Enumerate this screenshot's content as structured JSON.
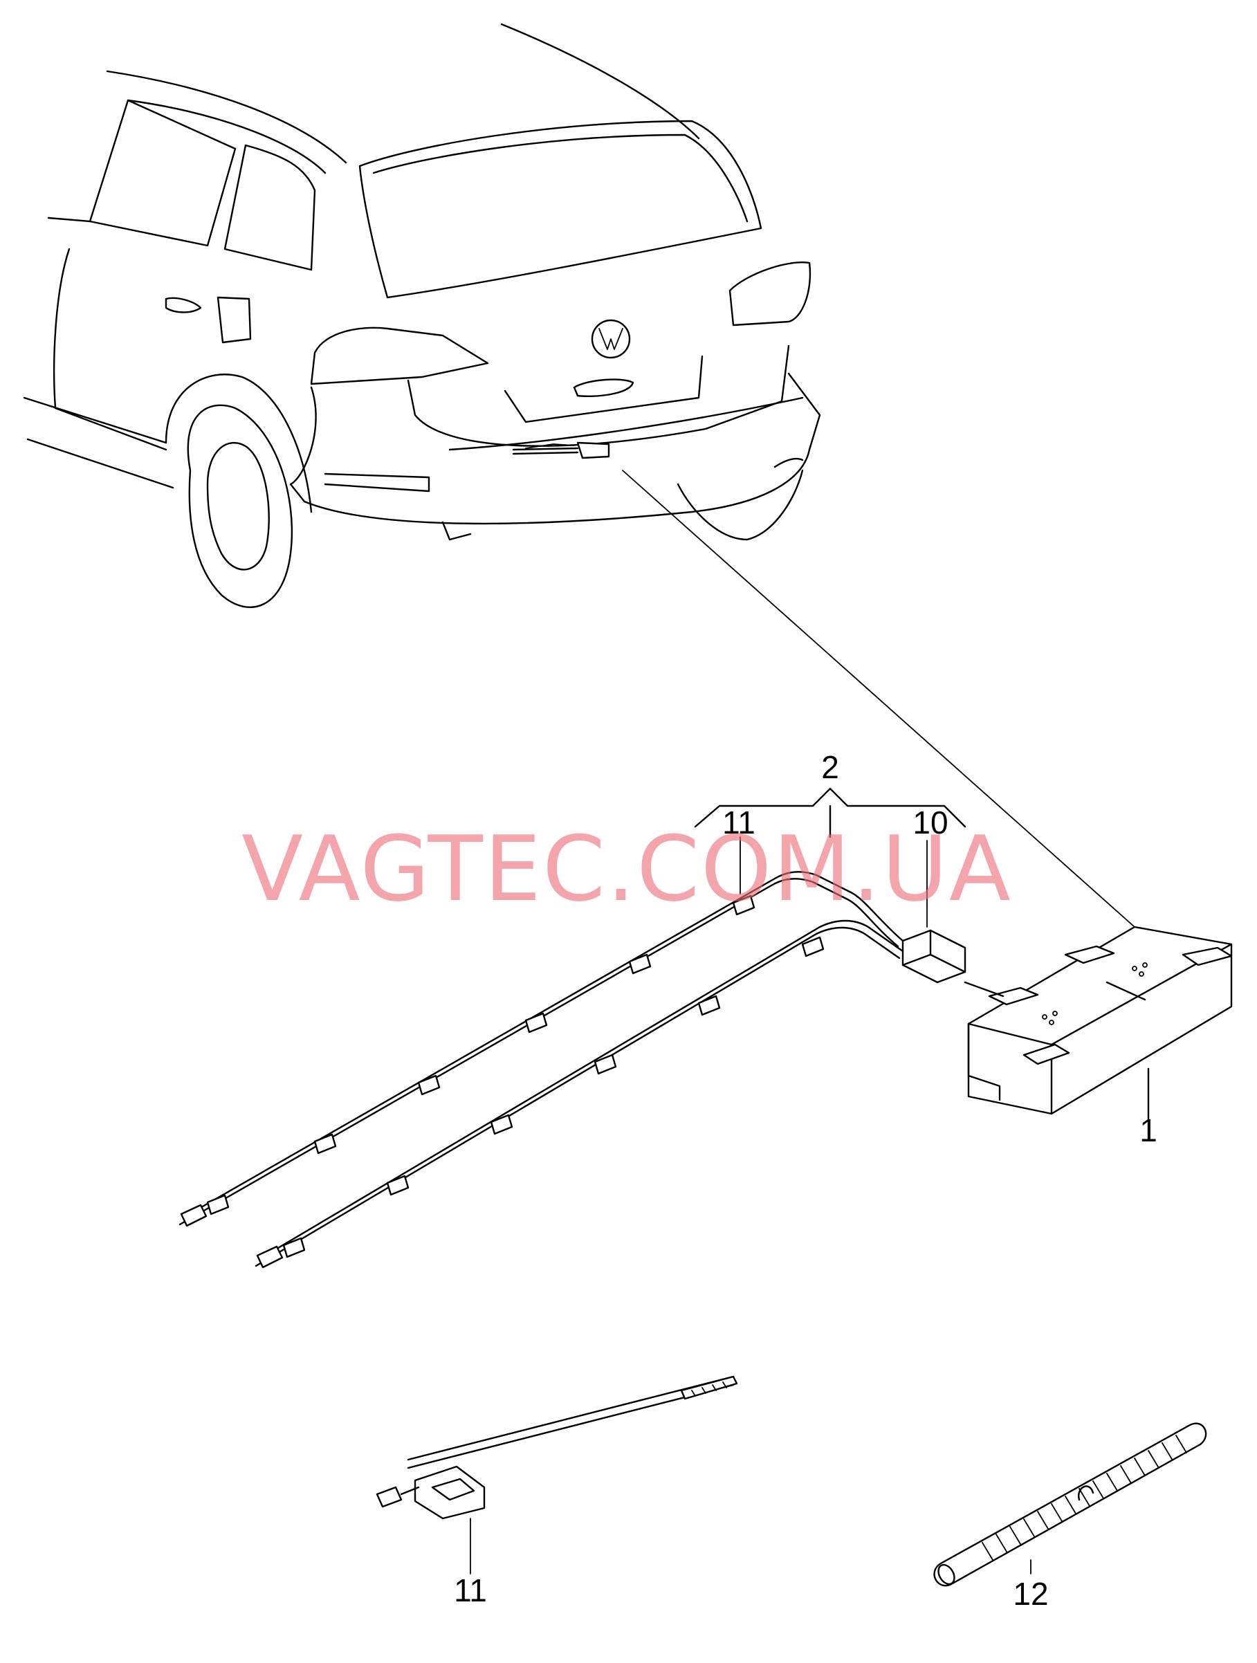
{
  "watermark": "VAGTEC.COM.UA",
  "callouts": {
    "p1": "1",
    "p2": "2",
    "p10": "10",
    "p11_top": "11",
    "p11_bottom": "11",
    "p12": "12"
  },
  "colors": {
    "line": "#000000",
    "background": "#ffffff",
    "watermark": "#ec6e78"
  }
}
